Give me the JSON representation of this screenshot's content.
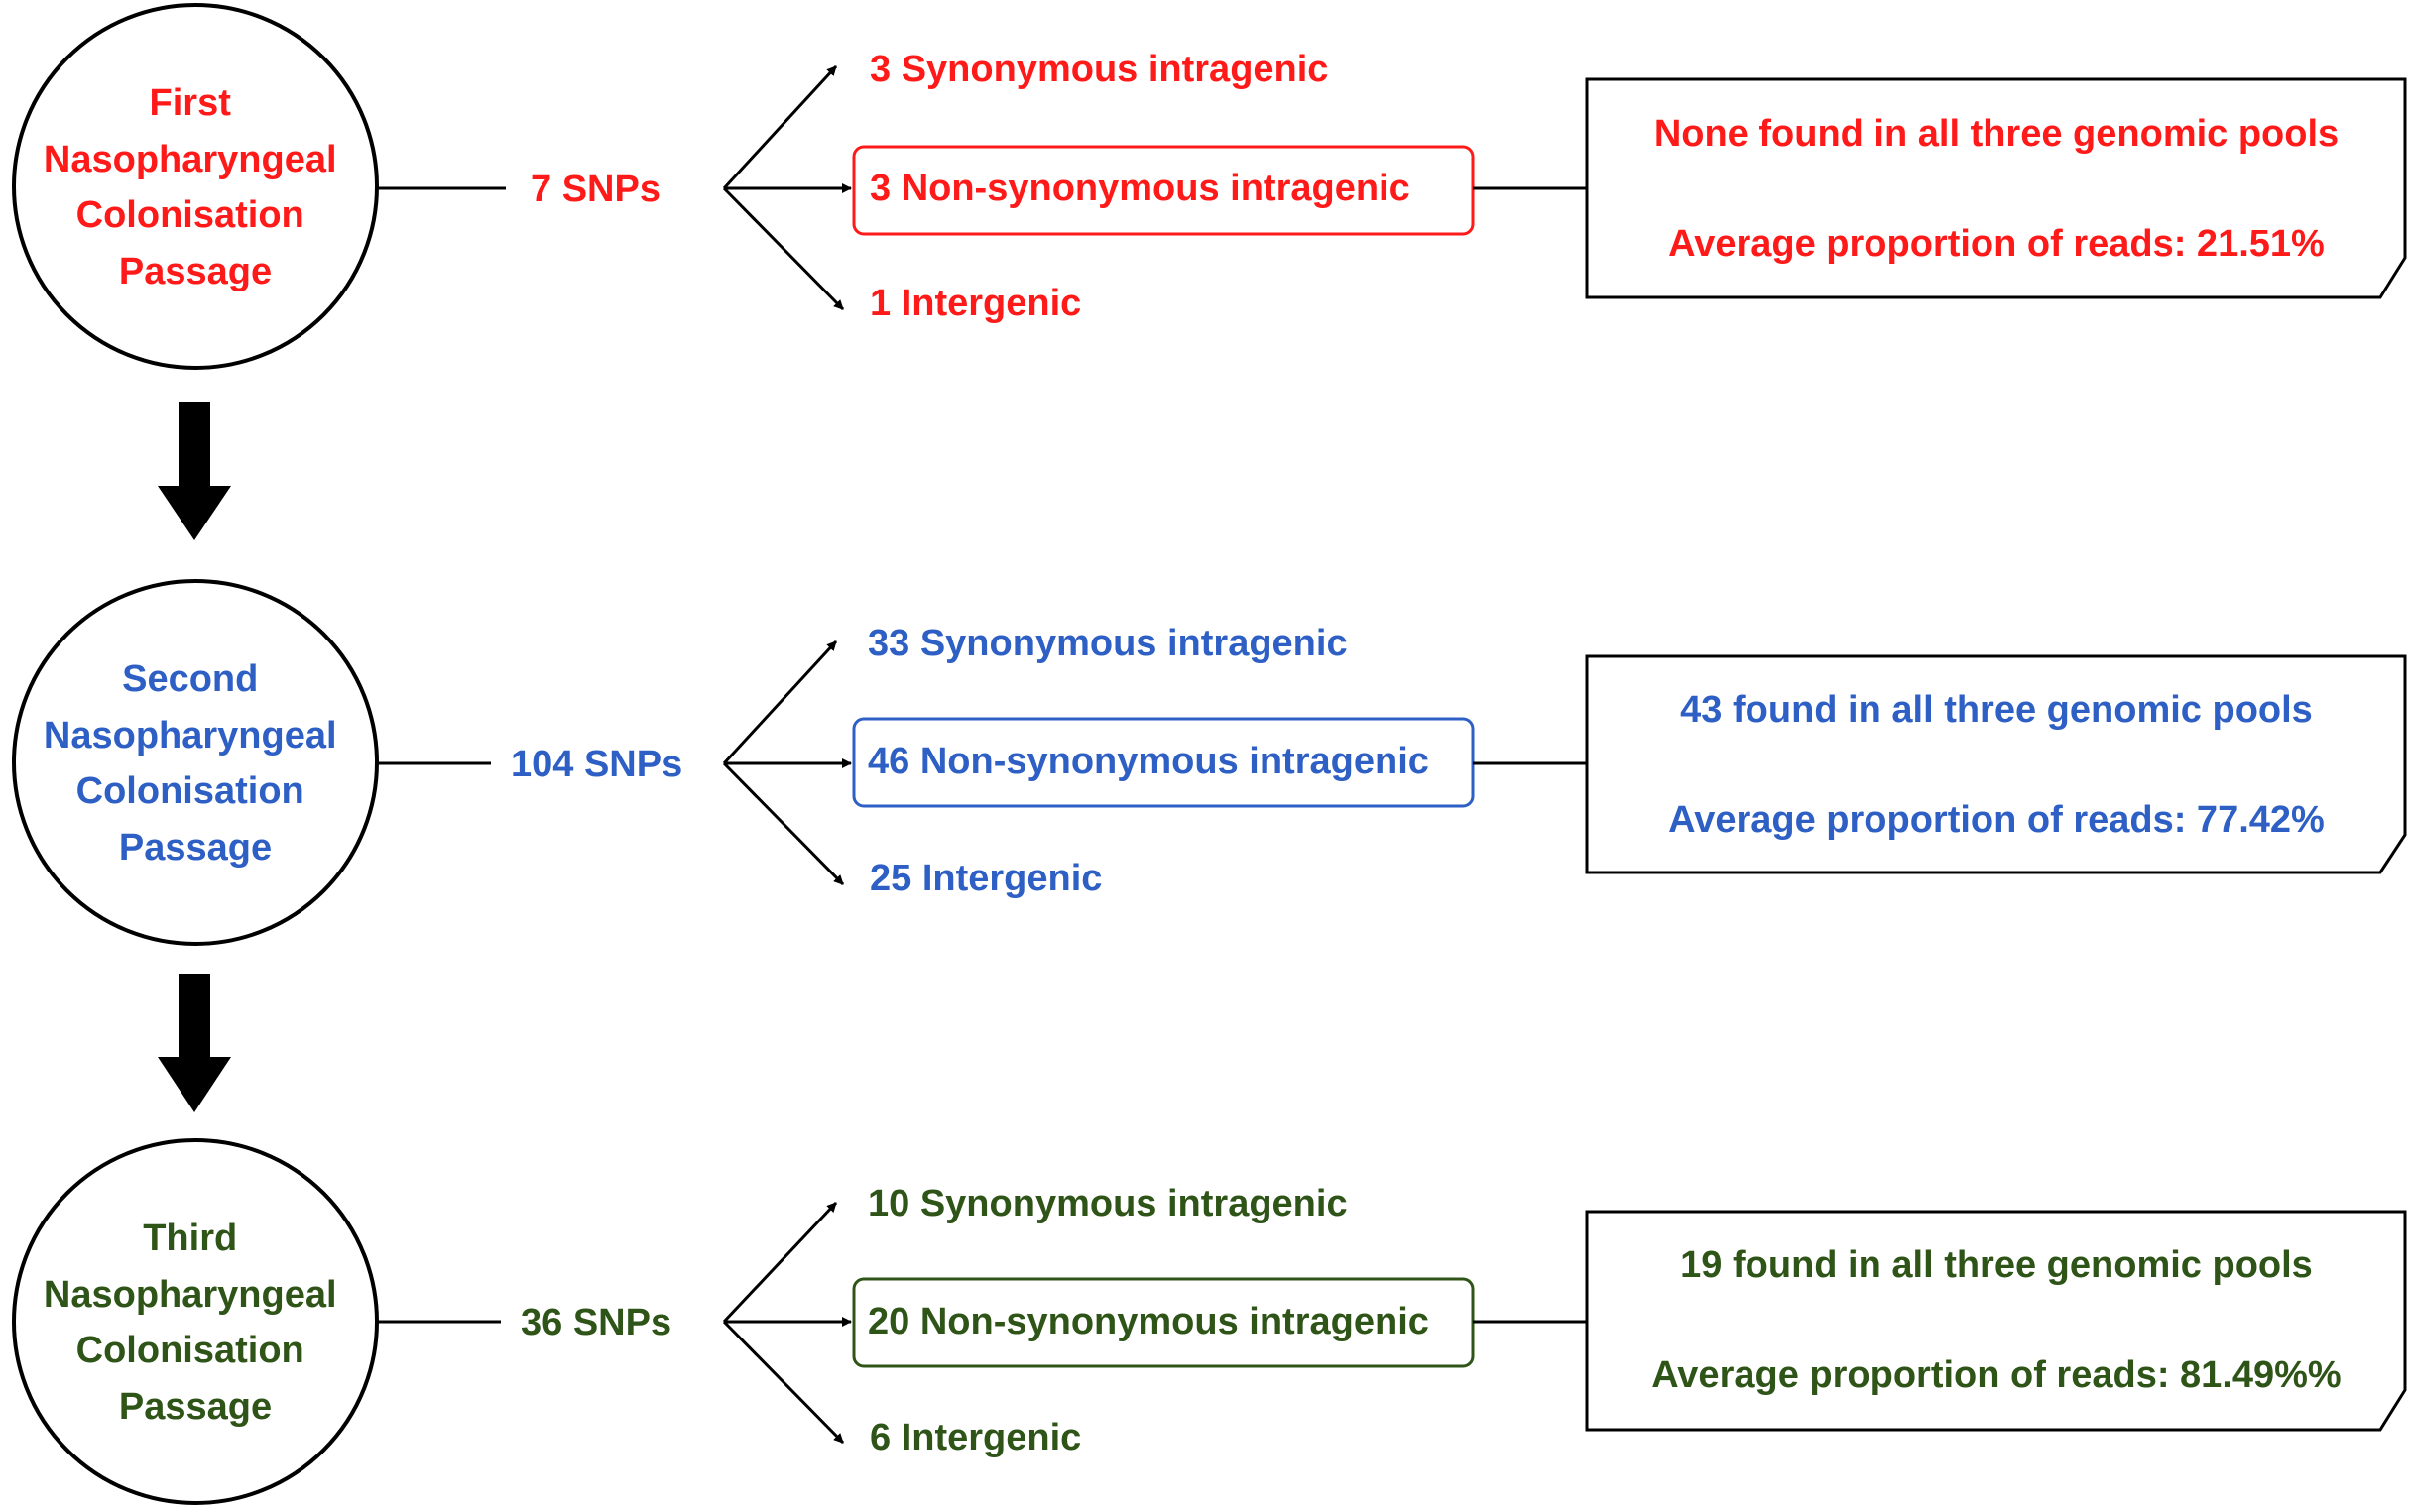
{
  "colors": {
    "first": "#ff1a1a",
    "second": "#2e5fc4",
    "third": "#2f5418",
    "line": "#000000",
    "arrow": "#000000"
  },
  "passages": [
    {
      "label_lines": [
        "First",
        "Nasopharyngeal",
        "Colonisation",
        "Passage"
      ],
      "snps": "7 SNPs",
      "branches": {
        "synonymous": "3 Synonymous intragenic",
        "non_synonymous": "3 Non-synonymous intragenic",
        "intergenic": "1 Intergenic"
      },
      "summary": {
        "found": "None found in all three genomic pools",
        "average": "Average proportion of reads: 21.51%"
      }
    },
    {
      "label_lines": [
        "Second",
        "Nasopharyngeal",
        "Colonisation",
        "Passage"
      ],
      "snps": "104 SNPs",
      "branches": {
        "synonymous": "33 Synonymous intragenic",
        "non_synonymous": "46 Non-synonymous intragenic",
        "intergenic": "25 Intergenic"
      },
      "summary": {
        "found": "43 found in all three genomic pools",
        "average": "Average proportion of reads: 77.42%"
      }
    },
    {
      "label_lines": [
        "Third",
        "Nasopharyngeal",
        "Colonisation",
        "Passage"
      ],
      "snps": "36 SNPs",
      "branches": {
        "synonymous": "10 Synonymous intragenic",
        "non_synonymous": "20 Non-synonymous intragenic",
        "intergenic": "6 Intergenic"
      },
      "summary": {
        "found": "19 found in all three genomic pools",
        "average": "Average proportion of reads: 81.49%%"
      }
    }
  ]
}
